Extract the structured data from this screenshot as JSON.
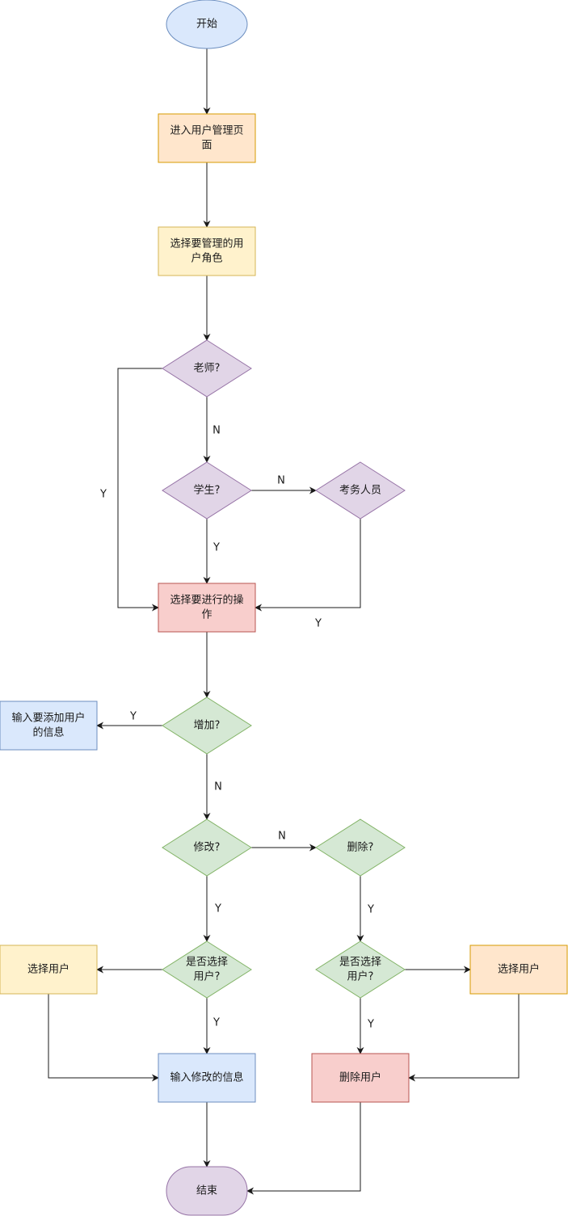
{
  "diagram": {
    "type": "flowchart",
    "palette": {
      "blue": {
        "fill": "#dae8fc",
        "stroke": "#6c8ebf"
      },
      "orange": {
        "fill": "#ffe6cc",
        "stroke": "#d79b00"
      },
      "yellow": {
        "fill": "#fff2cc",
        "stroke": "#d6b656"
      },
      "purple": {
        "fill": "#e1d5e7",
        "stroke": "#9673a6"
      },
      "red": {
        "fill": "#f8cecc",
        "stroke": "#b85450"
      },
      "green": {
        "fill": "#d5e8d4",
        "stroke": "#82b366"
      }
    },
    "nodes": [
      {
        "id": "start",
        "shape": "ellipse",
        "color": "blue",
        "lines": [
          "开始"
        ]
      },
      {
        "id": "enter_page",
        "shape": "rect",
        "color": "orange",
        "lines": [
          "进入用户管理页",
          "面"
        ]
      },
      {
        "id": "choose_role",
        "shape": "rect",
        "color": "yellow",
        "lines": [
          "选择要管理的用",
          "户角色"
        ]
      },
      {
        "id": "is_teacher",
        "shape": "diamond",
        "color": "purple",
        "lines": [
          "老师?"
        ]
      },
      {
        "id": "is_student",
        "shape": "diamond",
        "color": "purple",
        "lines": [
          "学生?"
        ]
      },
      {
        "id": "exam_staff",
        "shape": "diamond",
        "color": "purple",
        "lines": [
          "考务人员"
        ]
      },
      {
        "id": "choose_op",
        "shape": "rect",
        "color": "red",
        "lines": [
          "选择要进行的操",
          "作"
        ]
      },
      {
        "id": "is_add",
        "shape": "diamond",
        "color": "green",
        "lines": [
          "增加?"
        ]
      },
      {
        "id": "input_new",
        "shape": "rect",
        "color": "blue",
        "lines": [
          "输入要添加用户",
          "的信息"
        ]
      },
      {
        "id": "is_modify",
        "shape": "diamond",
        "color": "green",
        "lines": [
          "修改?"
        ]
      },
      {
        "id": "is_delete",
        "shape": "diamond",
        "color": "green",
        "lines": [
          "删除?"
        ]
      },
      {
        "id": "selected_m",
        "shape": "diamond",
        "color": "green",
        "lines": [
          "是否选择",
          "用户?"
        ]
      },
      {
        "id": "selected_d",
        "shape": "diamond",
        "color": "green",
        "lines": [
          "是否选择",
          "用户?"
        ]
      },
      {
        "id": "pick_user_m",
        "shape": "rect",
        "color": "yellow",
        "lines": [
          "选择用户"
        ]
      },
      {
        "id": "pick_user_d",
        "shape": "rect",
        "color": "orange",
        "lines": [
          "选择用户"
        ]
      },
      {
        "id": "input_modify",
        "shape": "rect",
        "color": "blue",
        "lines": [
          "输入修改的信息"
        ]
      },
      {
        "id": "delete_user",
        "shape": "rect",
        "color": "red",
        "lines": [
          "删除用户"
        ]
      },
      {
        "id": "end",
        "shape": "rounded",
        "color": "purple",
        "lines": [
          "结束"
        ]
      }
    ],
    "edges": [
      {
        "from": "start",
        "to": "enter_page",
        "label": ""
      },
      {
        "from": "enter_page",
        "to": "choose_role",
        "label": ""
      },
      {
        "from": "choose_role",
        "to": "is_teacher",
        "label": ""
      },
      {
        "from": "is_teacher",
        "to": "is_student",
        "label": "N"
      },
      {
        "from": "is_teacher",
        "to": "choose_op",
        "label": "Y"
      },
      {
        "from": "is_student",
        "to": "exam_staff",
        "label": "N"
      },
      {
        "from": "is_student",
        "to": "choose_op",
        "label": "Y"
      },
      {
        "from": "exam_staff",
        "to": "choose_op",
        "label": "Y"
      },
      {
        "from": "choose_op",
        "to": "is_add",
        "label": ""
      },
      {
        "from": "is_add",
        "to": "input_new",
        "label": "Y"
      },
      {
        "from": "is_add",
        "to": "is_modify",
        "label": "N"
      },
      {
        "from": "is_modify",
        "to": "is_delete",
        "label": "N"
      },
      {
        "from": "is_modify",
        "to": "selected_m",
        "label": "Y"
      },
      {
        "from": "is_delete",
        "to": "selected_d",
        "label": "Y"
      },
      {
        "from": "selected_m",
        "to": "pick_user_m",
        "label": ""
      },
      {
        "from": "selected_m",
        "to": "input_modify",
        "label": "Y"
      },
      {
        "from": "pick_user_m",
        "to": "input_modify",
        "label": ""
      },
      {
        "from": "selected_d",
        "to": "pick_user_d",
        "label": ""
      },
      {
        "from": "selected_d",
        "to": "delete_user",
        "label": "Y"
      },
      {
        "from": "pick_user_d",
        "to": "delete_user",
        "label": ""
      },
      {
        "from": "input_modify",
        "to": "end",
        "label": ""
      },
      {
        "from": "delete_user",
        "to": "end",
        "label": ""
      }
    ]
  }
}
